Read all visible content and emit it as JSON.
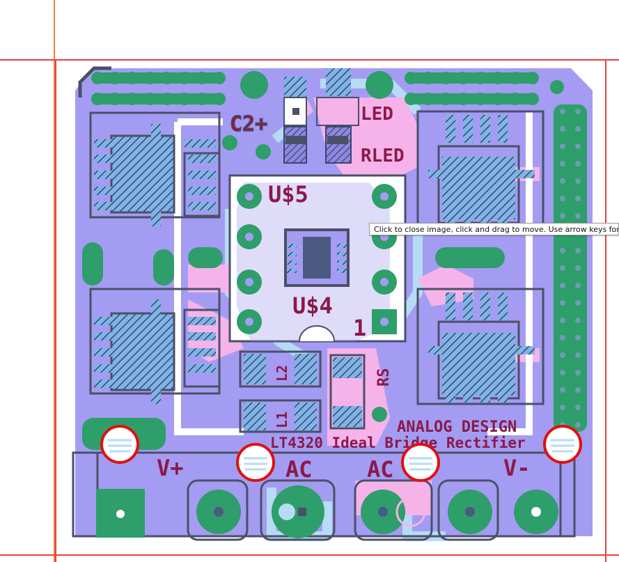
{
  "labels": {
    "c2": "C2+",
    "led": "LED",
    "rled": "RLED",
    "us5": "U$5",
    "us4": "U$4",
    "pin1": "1",
    "rs": "RS",
    "l1": "L1",
    "l2": "L2",
    "brand": "ANALOG DESIGN",
    "product": "LT4320 Ideal Bridge Rectifier",
    "vplus": "V+",
    "ac1": "AC",
    "ac2": "AC",
    "vminus": "V-"
  },
  "tooltip": "Click to close image, click and drag to move. Use arrow keys for next and previous.",
  "colors": {
    "board": "#a49cf2",
    "copper_top": "#f5b3ea",
    "pad": "#2e9e6a",
    "trace_light": "#b6dcf5",
    "outline": "#4a5068",
    "silk": "#8a1a4a",
    "grid_red": "#e84040",
    "grid_orange": "#f08040",
    "marker_red": "#e01010"
  }
}
